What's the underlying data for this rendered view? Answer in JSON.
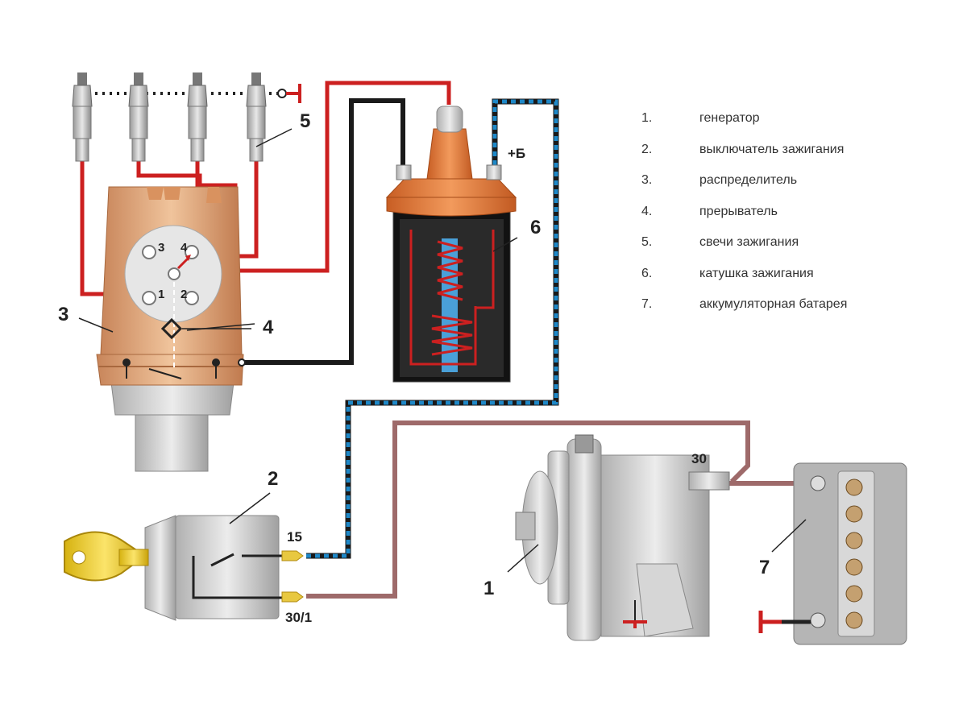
{
  "legend": {
    "items": [
      {
        "num": "1.",
        "text": "генератор"
      },
      {
        "num": "2.",
        "text": "выключатель зажигания"
      },
      {
        "num": "3.",
        "text": "распределитель"
      },
      {
        "num": "4.",
        "text": "прерыватель"
      },
      {
        "num": "5.",
        "text": "свечи зажигания"
      },
      {
        "num": "6.",
        "text": "катушка зажигания"
      },
      {
        "num": "7.",
        "text": "аккумуляторная батарея"
      }
    ]
  },
  "callouts": {
    "generator": "1",
    "ignition_switch": "2",
    "distributor": "3",
    "breaker": "4",
    "spark_plugs": "5",
    "ignition_coil": "6",
    "battery": "7"
  },
  "terminals": {
    "coil_plus": "+Б",
    "switch_15": "15",
    "switch_30_1": "30/1",
    "generator_30": "30"
  },
  "distributor_pins": {
    "p1": "1",
    "p2": "2",
    "p3": "3",
    "p4": "4"
  },
  "colors": {
    "high_voltage_wire": "#cc2020",
    "low_voltage_wire": "#1a1a1a",
    "switched_wire": "#1e88c8",
    "battery_wire": "#9e6a6a",
    "distributor_body": "#d79b6a",
    "coil_cap": "#e07a3c",
    "ground_symbol": "#cc2020"
  }
}
